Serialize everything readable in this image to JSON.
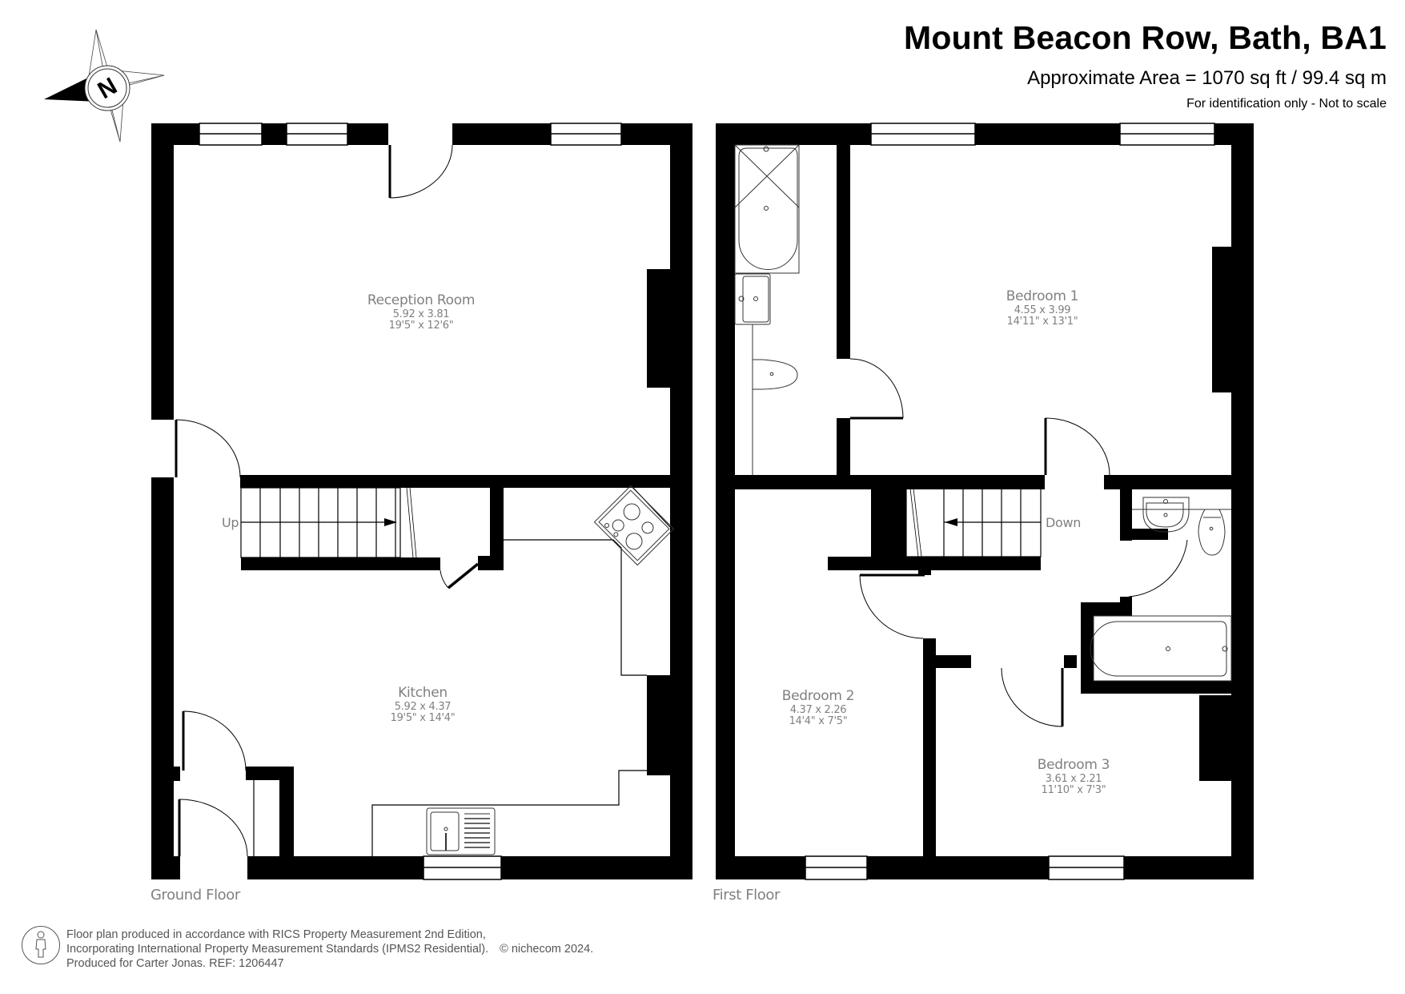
{
  "header": {
    "title": "Mount Beacon Row, Bath, BA1",
    "area": "Approximate Area = 1070 sq ft / 99.4 sq m",
    "disclaimer": "For identification only - Not to scale"
  },
  "compass": {
    "icon": "compass-north-icon",
    "letter": "N"
  },
  "floors": [
    {
      "label": "Ground Floor",
      "stair_label": "Up",
      "rooms": [
        {
          "name": "Reception Room",
          "metric": "5.92 x 3.81",
          "imperial": "19'5\" x 12'6\""
        },
        {
          "name": "Kitchen",
          "metric": "5.92 x 4.37",
          "imperial": "19'5\" x 14'4\""
        }
      ]
    },
    {
      "label": "First Floor",
      "stair_label": "Down",
      "rooms": [
        {
          "name": "Bedroom 1",
          "metric": "4.55 x 3.99",
          "imperial": "14'11\" x 13'1\""
        },
        {
          "name": "Bedroom 2",
          "metric": "4.37 x 2.26",
          "imperial": "14'4\" x 7'5\""
        },
        {
          "name": "Bedroom 3",
          "metric": "3.61 x 2.21",
          "imperial": "11'10\" x 7'3\""
        }
      ]
    }
  ],
  "footer": {
    "icon": "person-icon",
    "line1": "Floor plan produced in accordance with RICS Property Measurement 2nd Edition,",
    "line2": "Incorporating International Property Measurement Standards (IPMS2 Residential).",
    "copyright": "© nichecom 2024.",
    "line3": "Produced for Carter Jonas.   REF: 1206447"
  },
  "colors": {
    "wall": "#000000",
    "label": "#808080",
    "fixture_line": "#333333"
  }
}
